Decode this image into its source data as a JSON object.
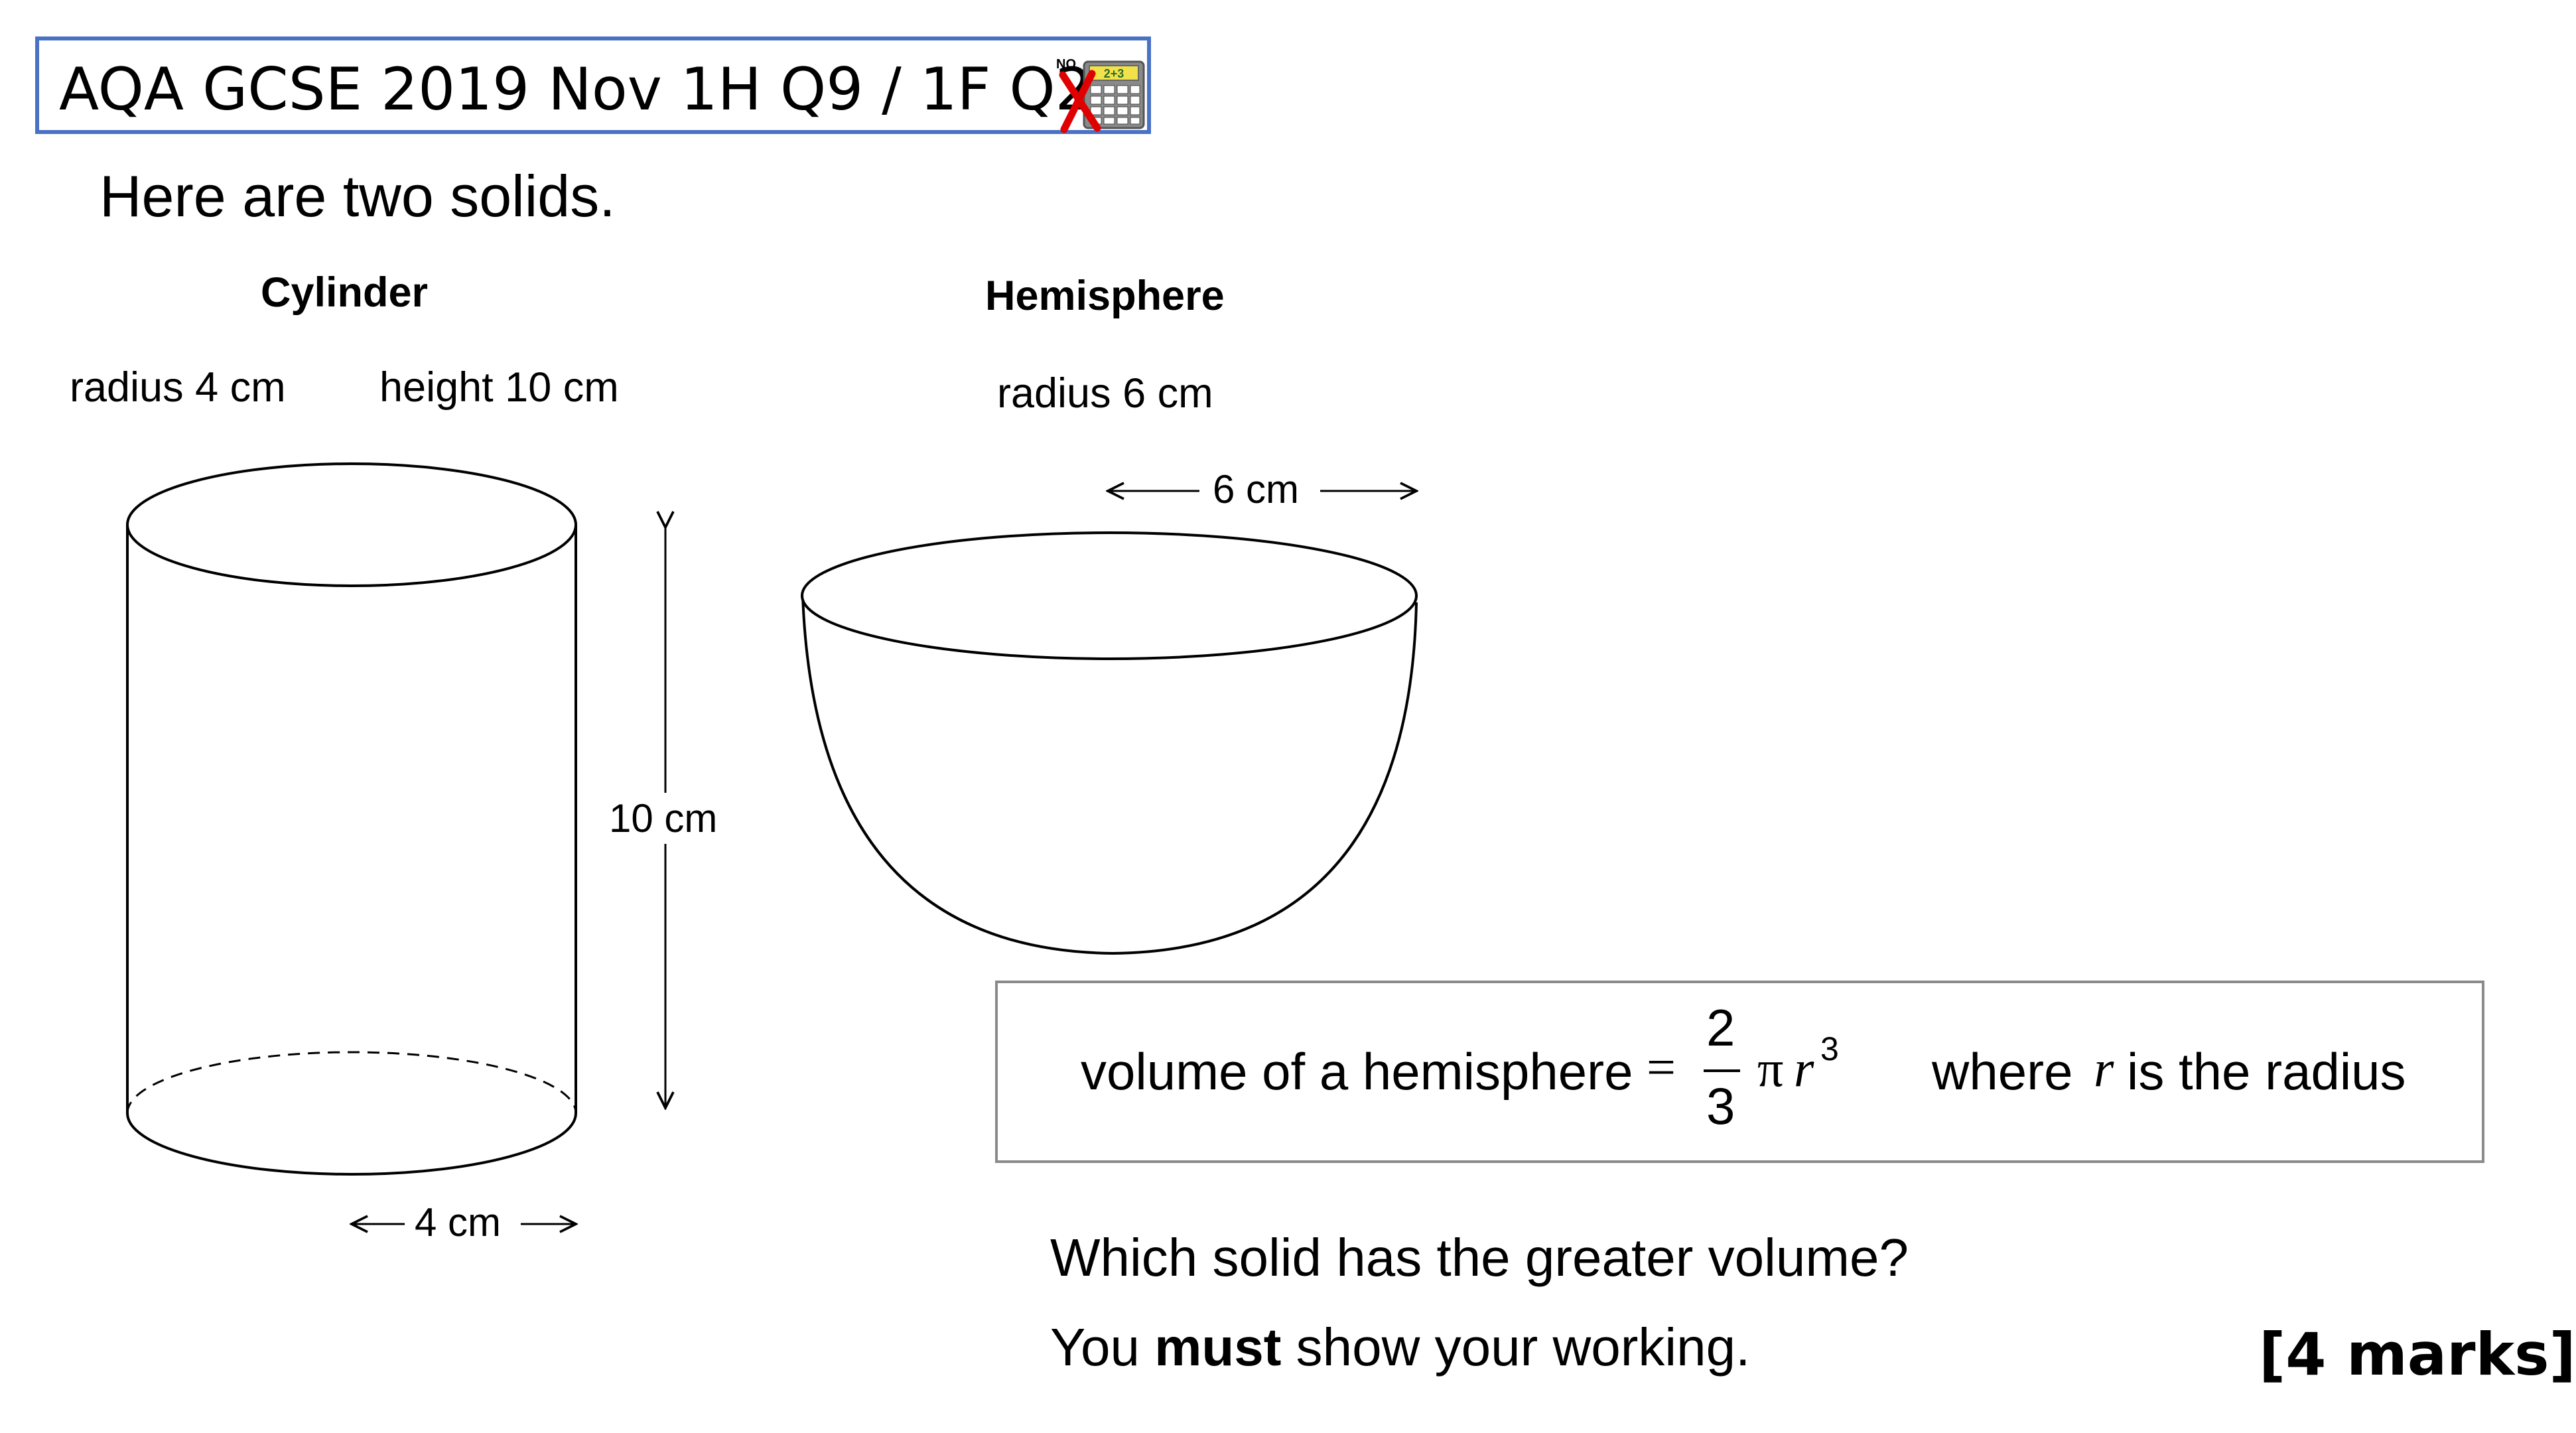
{
  "header": {
    "title": "AQA GCSE 2019 Nov 1H Q9 / 1F Q28",
    "calculator_icon": "no-calculator-icon",
    "calc_no_text": "NO",
    "calc_screen_text": "2+3",
    "cross_color": "#e00000",
    "border_color": "#4a72c4"
  },
  "intro": "Here are two solids.",
  "cylinder": {
    "heading": "Cylinder",
    "radius_label": "radius 4 cm",
    "height_label": "height 10 cm",
    "height_dim": "10 cm",
    "radius_dim": "4 cm"
  },
  "hemisphere": {
    "heading": "Hemisphere",
    "radius_label": "radius 6 cm",
    "radius_dim": "6 cm"
  },
  "formula": {
    "lead": "volume of a hemisphere",
    "equals": "=",
    "numerator": "2",
    "denominator": "3",
    "pi": "π",
    "r": "r",
    "exponent": "3",
    "where": "where",
    "r_var": "r",
    "tail": "is the radius"
  },
  "question": {
    "line1": "Which solid has the greater volume?",
    "line2_pre": "You",
    "line2_bold": "must",
    "line2_post": "show your working.",
    "marks": "[4 marks]"
  }
}
